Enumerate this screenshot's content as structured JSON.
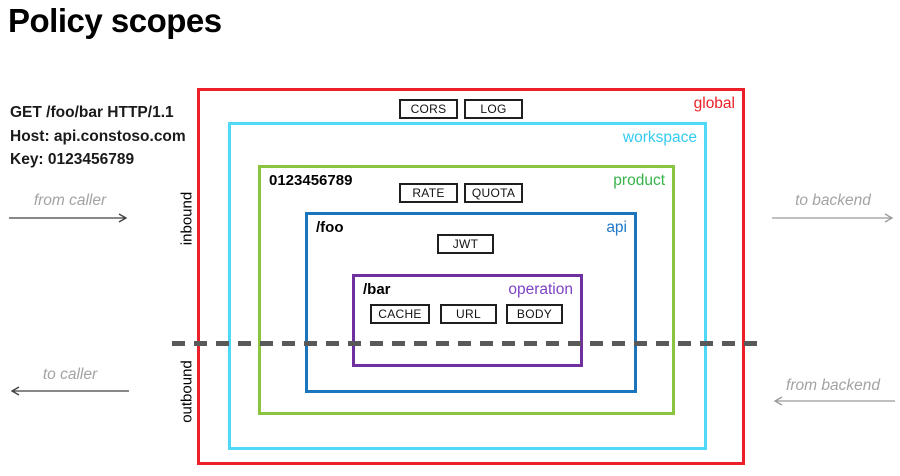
{
  "title": "Policy scopes",
  "request": {
    "lines": [
      "GET /foo/bar HTTP/1.1",
      "Host: api.constoso.com",
      "Key: 0123456789"
    ]
  },
  "flow": {
    "from_caller": "from caller",
    "to_caller": "to caller",
    "to_backend": "to backend",
    "from_backend": "from backend",
    "inbound": "inbound",
    "outbound": "outbound"
  },
  "arrows": {
    "caller_color": "#404040",
    "backend_color": "#9b9b9b"
  },
  "divider_color": "#595959",
  "scopes": {
    "global": {
      "label": "global",
      "border_color": "#ec2028",
      "label_color": "#ec2028",
      "policies": {
        "cors": "CORS",
        "log": "LOG"
      }
    },
    "workspace": {
      "label": "workspace",
      "border_color": "#4fd9f6",
      "label_color": "#33cbf0"
    },
    "product": {
      "label": "product",
      "name": "0123456789",
      "border_color": "#8bc53f",
      "label_color": "#37b34a",
      "policies": {
        "rate": "RATE",
        "quota": "QUOTA"
      }
    },
    "api": {
      "label": "api",
      "name": "/foo",
      "border_color": "#1b75bc",
      "label_color": "#2079c8",
      "policies": {
        "jwt": "JWT"
      }
    },
    "operation": {
      "label": "operation",
      "name": "/bar",
      "border_color": "#7030a0",
      "label_color": "#7d42c3",
      "policies": {
        "cache": "CACHE",
        "url": "URL",
        "body": "BODY"
      }
    }
  }
}
